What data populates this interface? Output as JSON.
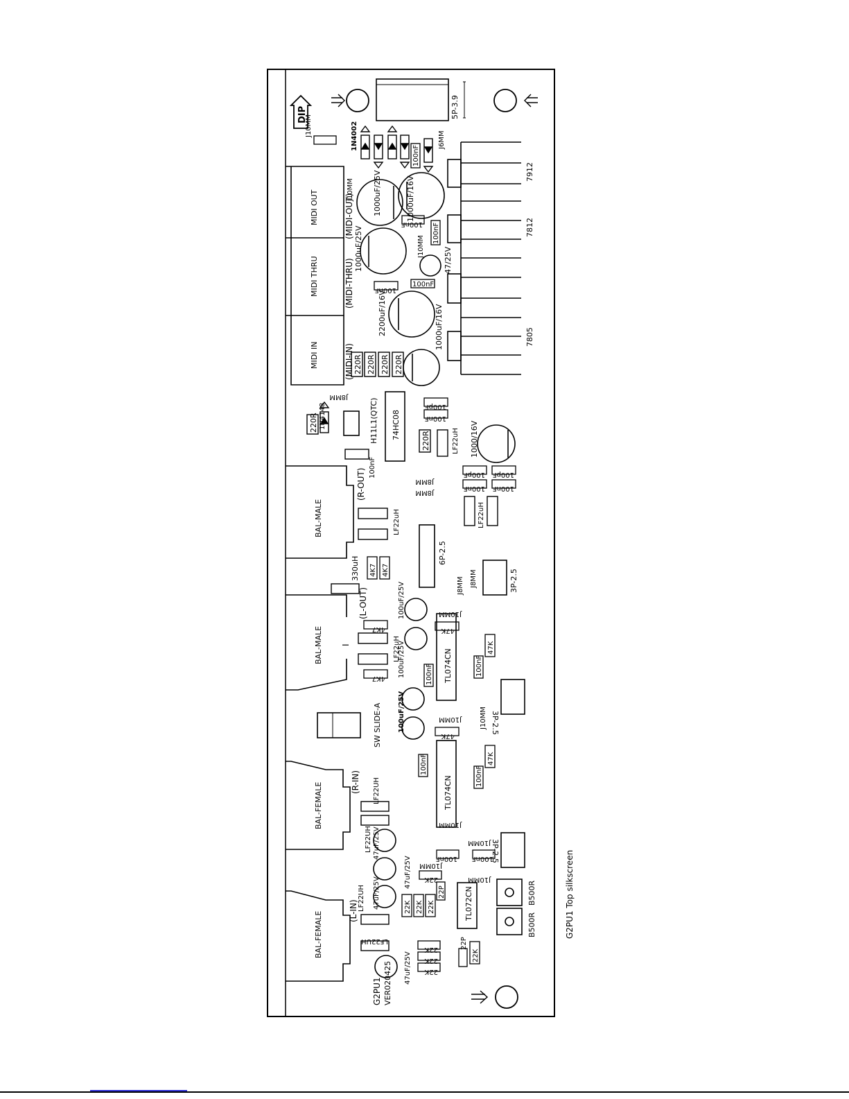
{
  "caption": "G2PU1   Top silkscreen",
  "board_id": [
    "G2PU1",
    "VER020425"
  ],
  "marker_dip": "DIP",
  "connectors": {
    "midi_out": "MIDI   OUT",
    "midi_thru": "MIDI   THRU",
    "midi_in": "MIDI   IN",
    "bal_male": "BAL-MALE",
    "bal_female": "BAL-FEMALE",
    "sw_slide": "SW SLIDE-A",
    "p5": "5P-3.9",
    "p6": "6P-2.5",
    "p3": "3P-2.5"
  },
  "net_labels": {
    "midi_out": "(MIDI-OUT)",
    "midi_thru": "(MIDI-THRU)",
    "midi_in": "(MIDI-IN)",
    "r_out": "(R-OUT)",
    "l_out": "(L-OUT)",
    "r_in": "(R-IN)",
    "l_in": "(L-IN)"
  },
  "regulators": [
    "7912",
    "7812",
    "7805"
  ],
  "ics": [
    "74HC08",
    "H11L1(QTC)",
    "TL074CN",
    "TL074CN",
    "TL072CN"
  ],
  "diodes": [
    "1N4002",
    "1N4148"
  ],
  "pots": [
    "B500R",
    "B500R"
  ],
  "caps": {
    "c1000_25": "1000uF/25V",
    "c1000_16": "1000uF/16V",
    "c2200_16": "2200uF/16V",
    "c47_25": "47/25V",
    "c1000_16b": "1000/16V",
    "c100_25": "100uF/25V",
    "c47uf_25": "47uF/25V",
    "c100nf": "100nF",
    "c100pf": "100pF",
    "c22p": "22P"
  },
  "resistors": {
    "r220": "220R",
    "r4k7": "4K7",
    "r47k": "47K",
    "r22k": "22K"
  },
  "inductors": {
    "lf22uh": "LF22uH",
    "lf22uh_caps": "LF22UH",
    "l330": "330uH"
  },
  "jumpers": {
    "j10": "J10MM",
    "j8": "J8MM",
    "j6": "J6MM"
  },
  "misc": {
    "tick": "I"
  }
}
